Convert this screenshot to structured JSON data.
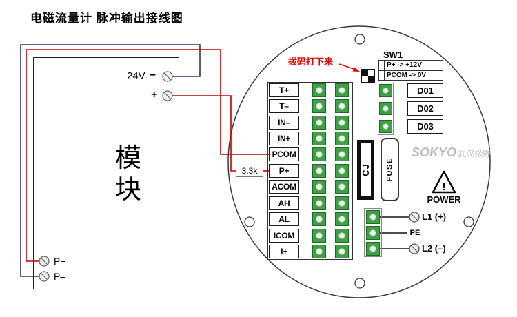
{
  "title": "电磁流量计 脉冲输出接线图",
  "module": {
    "name": "模块",
    "supply_label": "24V",
    "minus": "–",
    "plus": "+",
    "pulse_plus": "P+",
    "pulse_minus": "P–"
  },
  "resistor_label": "3.3k",
  "dip_switch": {
    "note": "拨码打下来",
    "name": "SW1",
    "map_rows": [
      "P+ -> +12V",
      "PCOM -> 0V"
    ]
  },
  "terminal_block": {
    "labels": [
      "T+",
      "T–",
      "IN–",
      "IN+",
      "PCOM",
      "P+",
      "ACOM",
      "AH",
      "AL",
      "ICOM",
      "I+"
    ]
  },
  "digital_outputs": [
    "D01",
    "D02",
    "D03"
  ],
  "components": {
    "relay": "CJ",
    "fuse": "FUSE"
  },
  "watermark": {
    "brand": "SOKYO",
    "company": "武汉松野"
  },
  "power": {
    "warning_mark": "!",
    "label": "POWER"
  },
  "mains_terminals": {
    "l1": "L1 (+)",
    "pe": "PE",
    "l2": "L2 (–)"
  },
  "colors": {
    "wire_positive": "#c00000",
    "wire_return": "#2e2e6e",
    "terminal_green": "#3fa045",
    "note_red": "#e60000",
    "watermark_gray": "#bdbdbd"
  }
}
